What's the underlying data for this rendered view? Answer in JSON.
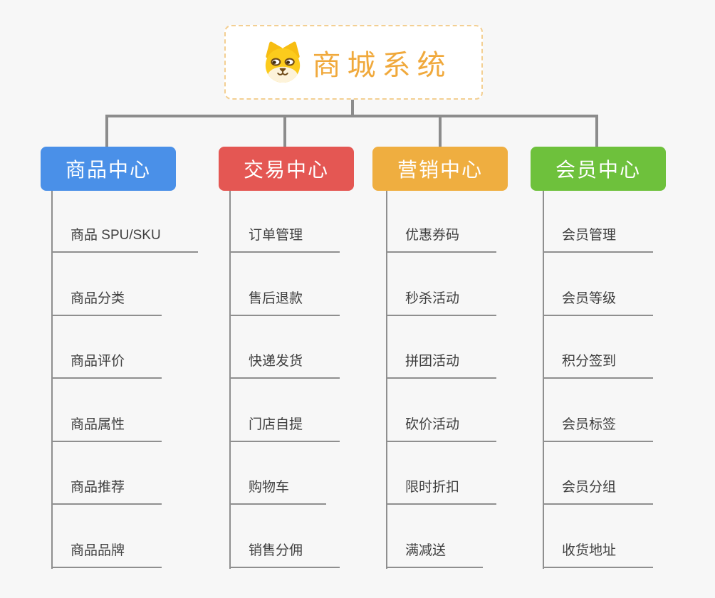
{
  "root": {
    "title": "商城系统",
    "icon": "dog-face"
  },
  "branches": [
    {
      "label": "商品中心",
      "color": "#4a90e8",
      "children": [
        "商品 SPU/SKU",
        "商品分类",
        "商品评价",
        "商品属性",
        "商品推荐",
        "商品品牌"
      ]
    },
    {
      "label": "交易中心",
      "color": "#e45753",
      "children": [
        "订单管理",
        "售后退款",
        "快递发货",
        "门店自提",
        "购物车",
        "销售分佣"
      ]
    },
    {
      "label": "营销中心",
      "color": "#efae40",
      "children": [
        "优惠券码",
        "秒杀活动",
        "拼团活动",
        "砍价活动",
        "限时折扣",
        "满减送"
      ]
    },
    {
      "label": "会员中心",
      "color": "#6ec13c",
      "children": [
        "会员管理",
        "会员等级",
        "积分签到",
        "会员标签",
        "会员分组",
        "收货地址"
      ]
    }
  ],
  "colors": {
    "background": "#f7f7f7",
    "root_border": "#f3cf92",
    "root_title": "#f0a93c",
    "connector": "#8c8c8c",
    "leaf_text": "#3f3f3f",
    "leaf_underline": "#8f8f8f"
  }
}
